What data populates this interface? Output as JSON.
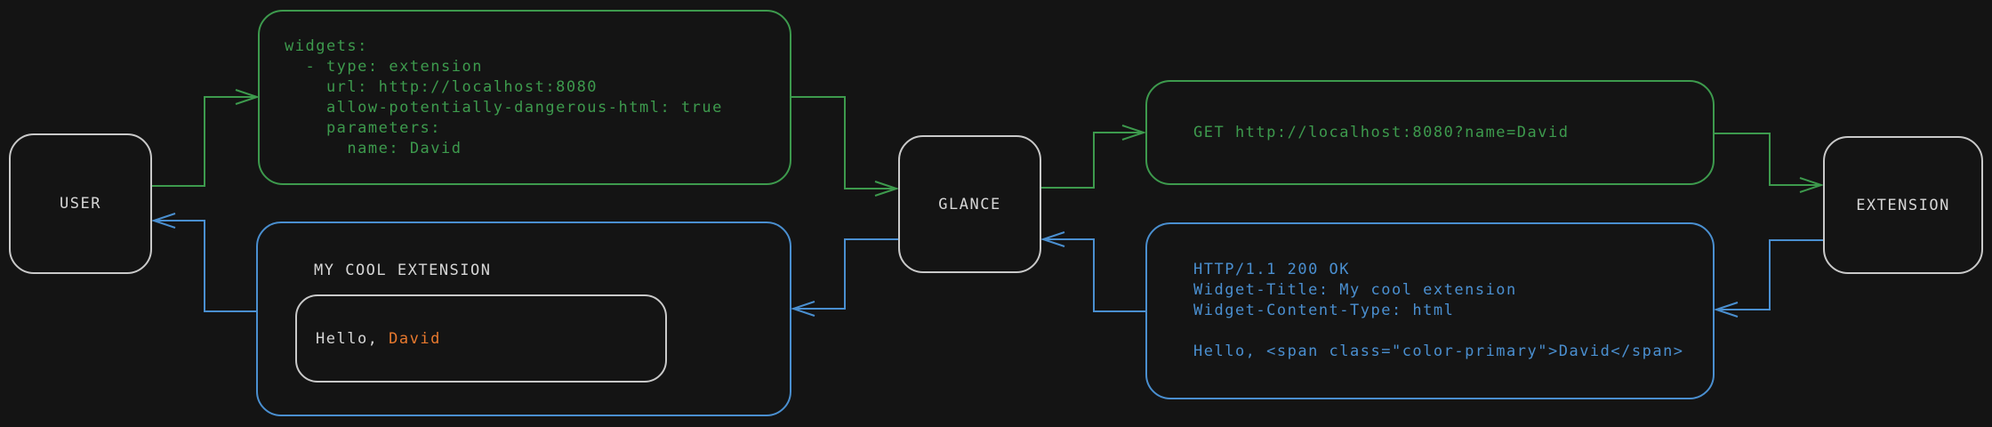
{
  "colors": {
    "background": "#141414",
    "request_green": "#3d9a4d",
    "response_blue": "#4a8fd0",
    "neutral_grey": "#c9c9c9",
    "text_grey": "#d6d6d6",
    "accent_orange": "#e8792e"
  },
  "nodes": {
    "user": {
      "label": "USER"
    },
    "glance": {
      "label": "GLANCE"
    },
    "extension": {
      "label": "EXTENSION"
    }
  },
  "config_box": {
    "lines": [
      "widgets:",
      "  - type: extension",
      "    url: http://localhost:8080",
      "    allow-potentially-dangerous-html: true",
      "    parameters:",
      "      name: David"
    ]
  },
  "request_box": {
    "text": "GET http://localhost:8080?name=David"
  },
  "response_box": {
    "lines": [
      "HTTP/1.1 200 OK",
      "Widget-Title: My cool extension",
      "Widget-Content-Type: html",
      "",
      "Hello, <span class=\"color-primary\">David</span>"
    ]
  },
  "widget_box": {
    "title": "MY COOL EXTENSION",
    "greeting_prefix": "Hello, ",
    "greeting_name": "David"
  }
}
